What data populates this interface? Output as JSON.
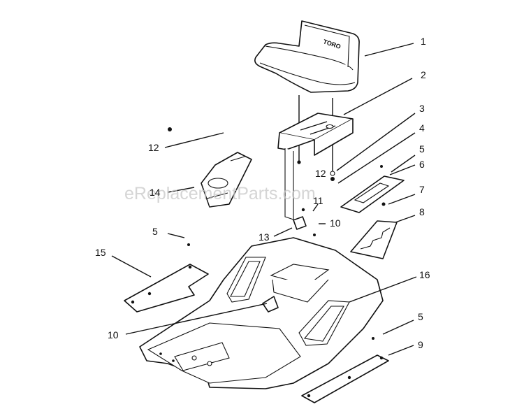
{
  "watermark": "eReplacementParts.com",
  "footer_text": "",
  "callouts": [
    {
      "id": "c1",
      "text": "1"
    },
    {
      "id": "c2",
      "text": "2"
    },
    {
      "id": "c3",
      "text": "3"
    },
    {
      "id": "c4",
      "text": "4"
    },
    {
      "id": "c5a",
      "text": "5"
    },
    {
      "id": "c6",
      "text": "6"
    },
    {
      "id": "c7",
      "text": "7"
    },
    {
      "id": "c8",
      "text": "8"
    },
    {
      "id": "c12a",
      "text": "12"
    },
    {
      "id": "c12b",
      "text": "12"
    },
    {
      "id": "c14",
      "text": "14"
    },
    {
      "id": "c11",
      "text": "11"
    },
    {
      "id": "c10a",
      "text": "10"
    },
    {
      "id": "c13",
      "text": "13"
    },
    {
      "id": "c5b",
      "text": "5"
    },
    {
      "id": "c15",
      "text": "15"
    },
    {
      "id": "c16",
      "text": "16"
    },
    {
      "id": "c10b",
      "text": "10"
    },
    {
      "id": "c5c",
      "text": "5"
    },
    {
      "id": "c9",
      "text": "9"
    }
  ]
}
